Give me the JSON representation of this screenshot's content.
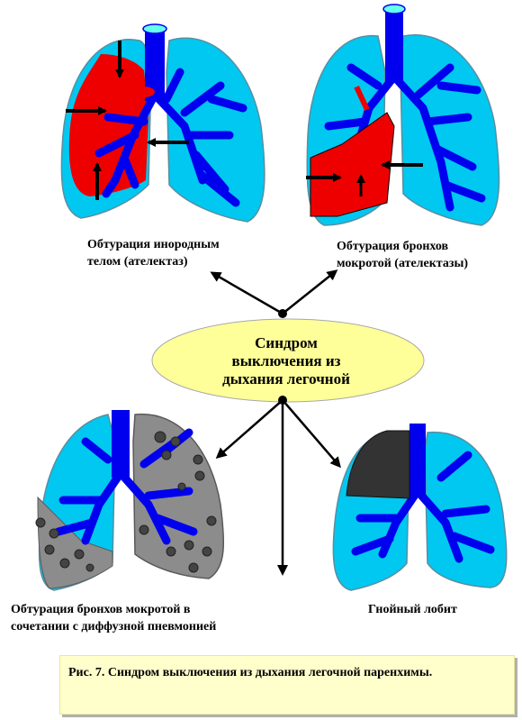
{
  "center_node": {
    "line1": "Синдром",
    "line2": "выключения из",
    "line3": "дыхания легочной"
  },
  "panels": {
    "top_left": {
      "line1": "Обтурация инородным",
      "line2": "телом (ателектаз)"
    },
    "top_right": {
      "line1": "Обтурация бронхов",
      "line2": "мокротой (ателектазы)"
    },
    "bottom_left": {
      "line1": "Обтурация бронхов мокротой в",
      "line2": "сочетании с диффузной пневмонией"
    },
    "bottom_right": {
      "line1": "Гнойный лобит"
    }
  },
  "caption": "Рис. 7. Синдром выключения из дыхания легочной паренхимы.",
  "colors": {
    "lung": "#00c8f0",
    "bronchi": "#0000ee",
    "atelectasis": "#ee0000",
    "pneumonia": "#8c8c8c",
    "abscess": "#333333",
    "ellipse": "#ffff99",
    "caption_bg": "#ffffcc"
  }
}
